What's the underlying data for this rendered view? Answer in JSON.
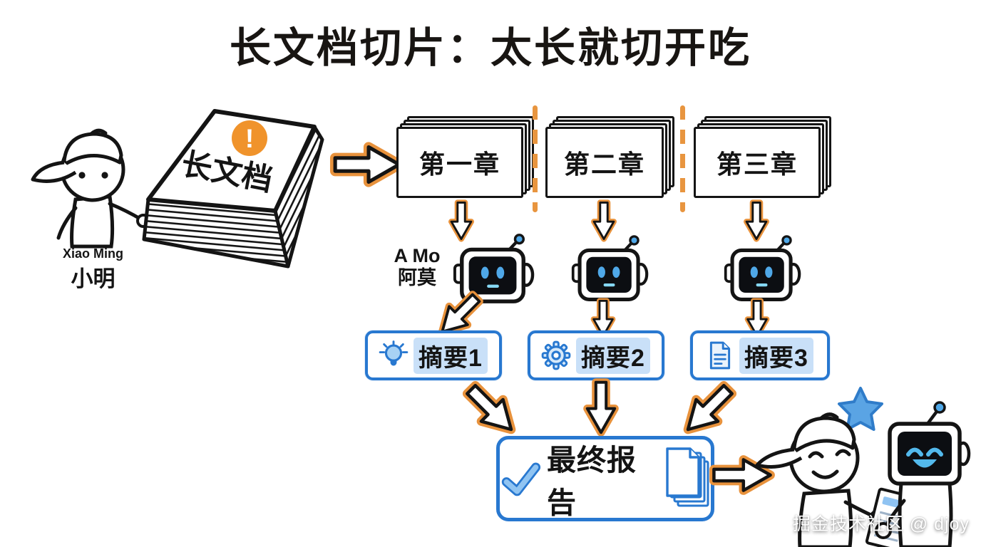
{
  "title": "长文档切片：太长就切开吃",
  "user": {
    "name_en": "Xiao Ming",
    "name_zh": "小明"
  },
  "book": {
    "cover_label": "长文档",
    "badge": "!"
  },
  "chapters": [
    {
      "label": "第一章"
    },
    {
      "label": "第二章"
    },
    {
      "label": "第三章"
    }
  ],
  "robot": {
    "name_en": "A Mo",
    "name_zh": "阿莫"
  },
  "summaries": [
    {
      "label": "摘要1",
      "icon": "lightbulb-icon"
    },
    {
      "label": "摘要2",
      "icon": "gear-icon"
    },
    {
      "label": "摘要3",
      "icon": "document-icon"
    }
  ],
  "final_report": {
    "label": "最终报告",
    "icon": "checkmark-icon"
  },
  "watermark": "掘金技术社区 @ djoy",
  "colors": {
    "accent_orange": "#E8923C",
    "badge_orange": "#F0932B",
    "accent_blue": "#2878D0",
    "highlight_blue": "#C9E0F8",
    "robot_eye_blue": "#4FA8E8",
    "star_blue": "#5AA4E4"
  }
}
